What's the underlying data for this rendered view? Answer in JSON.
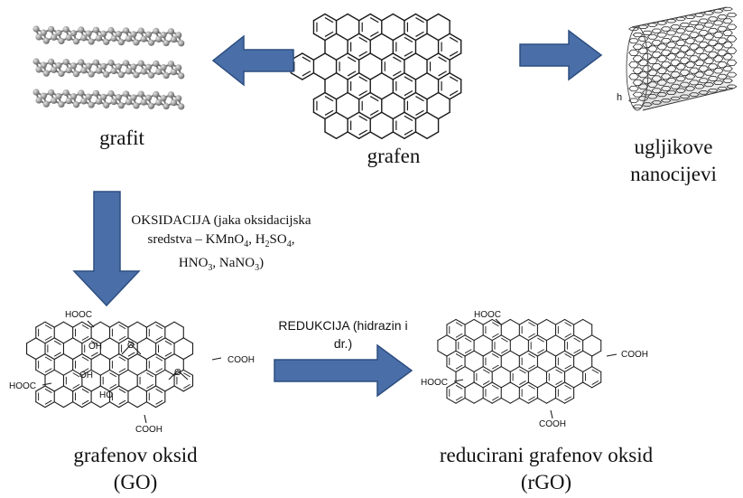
{
  "labels": {
    "graphite": "grafit",
    "graphene": "grafen",
    "nanotubes_line1": "ugljikove",
    "nanotubes_line2": "nanocijevi",
    "go_line1": "grafenov oksid",
    "go_line2": "(GO)",
    "rgo_line1": "reducirani grafenov oksid",
    "rgo_line2": "(rGO)"
  },
  "oxidation": {
    "line1": "OKSIDACIJA (jaka oksidacijska",
    "line2_prefix": "sredstva – KMnO",
    "line2_sub1": "4",
    "line2_mid": ", H",
    "line2_sub2": "2",
    "line2_mid2": "SO",
    "line2_sub3": "4",
    "line2_end": ",",
    "line3_prefix": "HNO",
    "line3_sub1": "3",
    "line3_mid": ", NaNO",
    "line3_sub2": "3",
    "line3_end": ")"
  },
  "reduction": {
    "line1": "REDUKCIJA (hidrazin i",
    "line2": "dr.)"
  },
  "groups": {
    "cooh_top": "HOOC",
    "cooh_right": "COOH",
    "cooh_left": "HOOC",
    "cooh_bottom": "COOH",
    "oh": "OH",
    "ho": "HO",
    "o": "O",
    "tube_letter": "h"
  },
  "colors": {
    "arrow_fill": "#4a6fa8",
    "arrow_stroke": "#2d4e80",
    "bond": "#1a1a1a"
  }
}
